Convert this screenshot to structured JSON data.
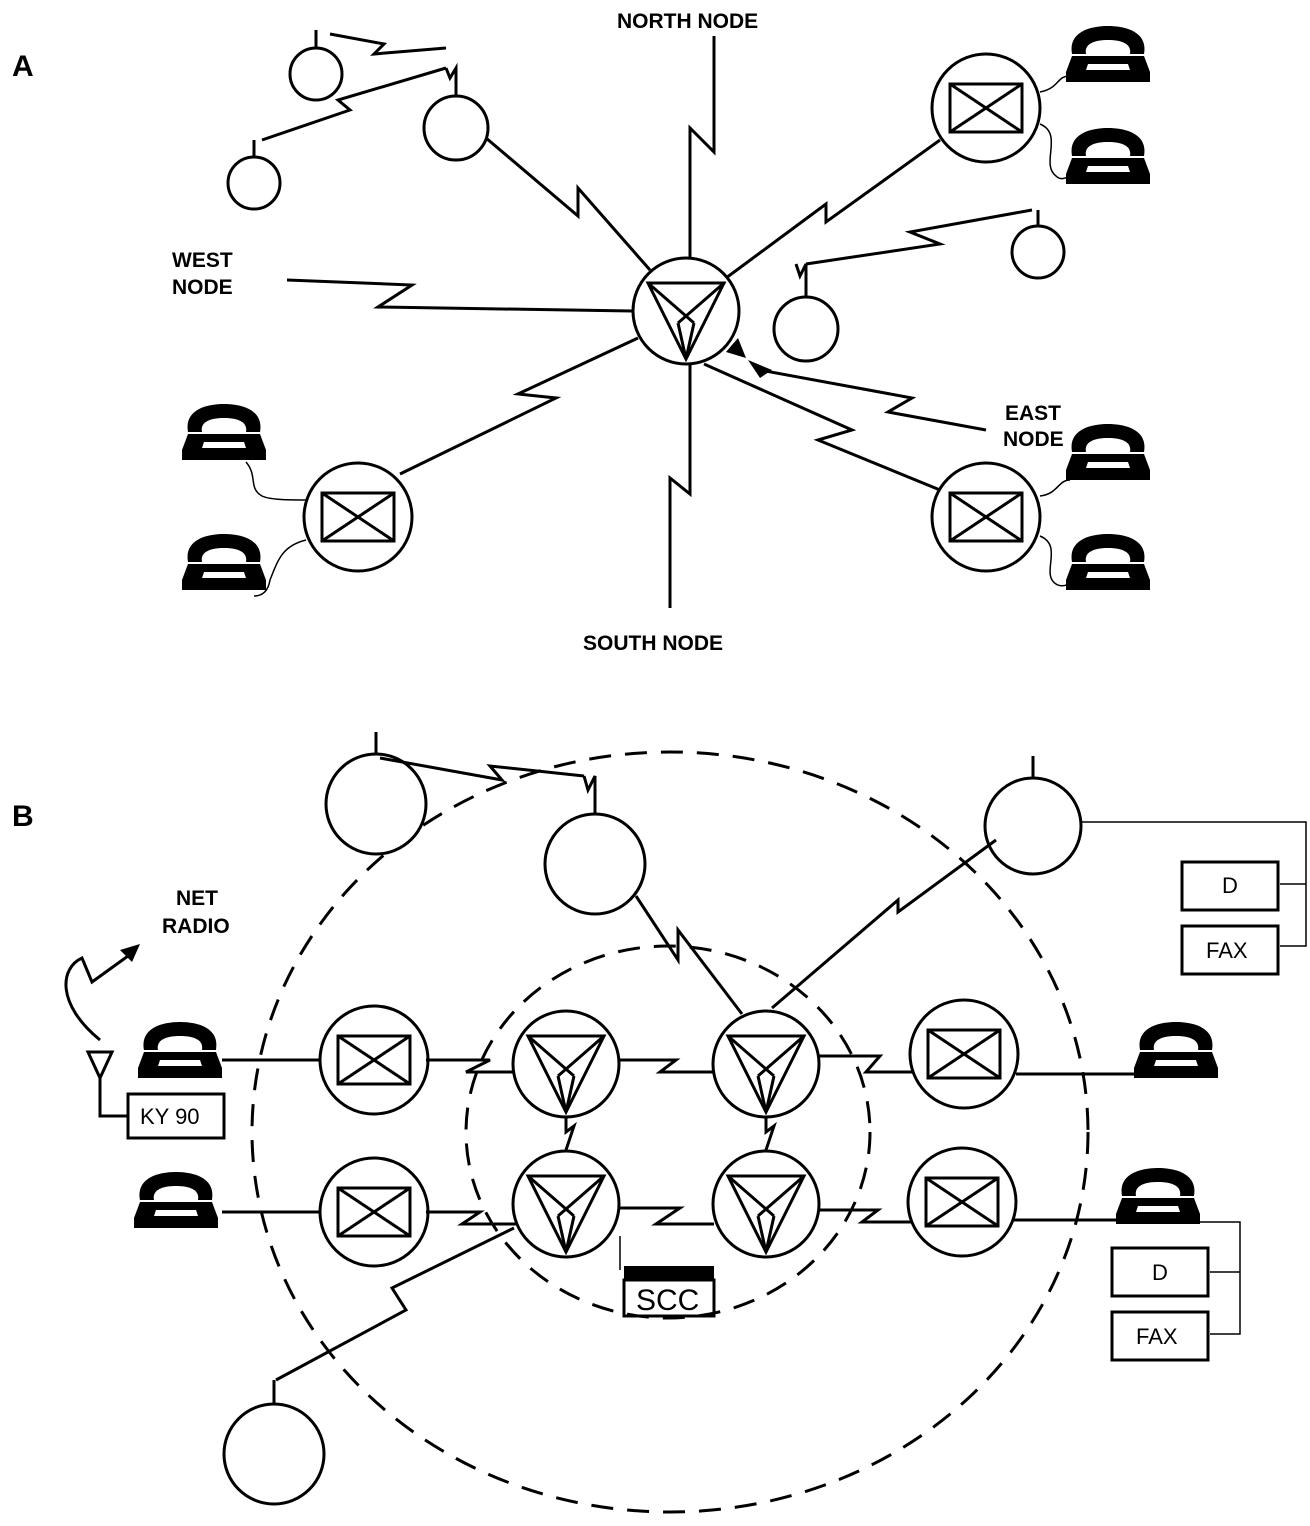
{
  "panel_a": {
    "label": "A",
    "nodes": {
      "north": "NORTH  NODE",
      "west_1": "WEST",
      "west_2": "NODE",
      "east_1": "EAST",
      "east_2": "NODE",
      "south": "SOUTH NODE"
    }
  },
  "panel_b": {
    "label": "B",
    "net_radio_1": "NET",
    "net_radio_2": "RADIO",
    "ky90": "KY 90",
    "scc": "SCC",
    "d_top": "D",
    "fax_top": "FAX",
    "d_bottom": "D",
    "fax_bottom": "FAX"
  },
  "colors": {
    "ink": "#000000",
    "background": "#ffffff"
  }
}
